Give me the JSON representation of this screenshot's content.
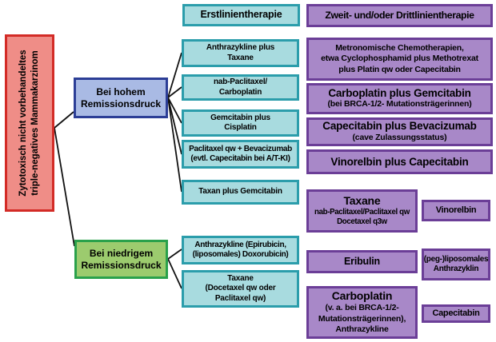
{
  "diagram_title_implicit": "Treatment algorithm flowchart",
  "palette": {
    "root_fill": "#ef8d87",
    "root_border": "#d32b26",
    "high_branch_fill": "#a9bae4",
    "high_branch_border": "#2c3e96",
    "low_branch_fill": "#9ccb6e",
    "low_branch_border": "#2aa14b",
    "first_line_fill": "#a8dbdf",
    "first_line_border": "#2b9dab",
    "later_line_fill": "#a888c8",
    "later_line_border": "#6b3e97",
    "connector": "#111111"
  },
  "root_box": {
    "label": "Zytotoxisch nicht\nvorbehandeltes triple-negatives\nMammakarzinom"
  },
  "branch_boxes": {
    "high": {
      "label": "Bei hohem\nRemissionsdruck"
    },
    "low": {
      "label": "Bei niedrigem\nRemissionsdruck"
    }
  },
  "column_headers": {
    "first_line": "Erstlinientherapie",
    "later_lines": "Zweit- und/oder Drittlinientherapie"
  },
  "first_line_therapies": [
    {
      "label": "Anthrazykline plus\nTaxane"
    },
    {
      "label": "nab-Paclitaxel/\nCarboplatin"
    },
    {
      "label": "Gemcitabin plus\nCisplatin"
    },
    {
      "label": "Paclitaxel qw + Bevacizumab\n(evtl. Capecitabin bei A/T-KI)"
    },
    {
      "label": "Taxan plus Gemcitabin"
    },
    {
      "label": "Anthrazykline (Epirubicin,\n(liposomales) Doxorubicin)"
    },
    {
      "label": "Taxane\n(Docetaxel qw oder\nPaclitaxel qw)"
    }
  ],
  "later_line_therapies": [
    {
      "title": "",
      "sub": "Metronomische Chemotherapien,\netwa Cyclophosphamid plus Methotrexat\nplus Platin qw oder Capecitabin"
    },
    {
      "title": "Carboplatin plus Gemcitabin",
      "sub": "(bei BRCA-1/2- Mutationsträgerinnen)"
    },
    {
      "title": "Capecitabin plus Bevacizumab",
      "sub": "(cave Zulassungsstatus)"
    },
    {
      "title": "Vinorelbin plus Capecitabin",
      "sub": ""
    },
    {
      "title": "Taxane",
      "sub": "nab-Paclitaxel/Paclitaxel qw\nDocetaxel q3w"
    },
    {
      "title": "Eribulin",
      "sub": ""
    },
    {
      "title": "Carboplatin",
      "sub": "(v. a. bei BRCA-1/2-\nMutationsträgerinnen),\nAnthrazykline"
    }
  ],
  "later_line_side_options": [
    {
      "label": "Vinorelbin"
    },
    {
      "label": "(peg-)liposomales\nAnthrazyklin"
    },
    {
      "label": "Capecitabin"
    }
  ]
}
